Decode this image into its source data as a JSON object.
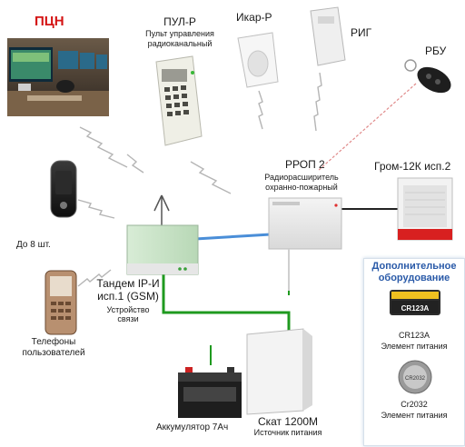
{
  "labels": {
    "pcn": "ПЦН",
    "pul_title": "ПУЛ-Р",
    "pul_sub": [
      "Пульт управления",
      "радиоканальный"
    ],
    "ikar": "Икар-Р",
    "rig": "РИГ",
    "rbu": "РБУ",
    "rrop_title": "РРОП 2",
    "rrop_sub": [
      "Радиорасширитель",
      "охранно-пожарный"
    ],
    "grom": "Гром-12К исп.2",
    "phones_count": "До 8 шт.",
    "tandem": [
      "Тандем IP-И",
      "исп.1 (GSM)"
    ],
    "tandem_sub": [
      "Устройство",
      "связи"
    ],
    "phones": [
      "Телефоны",
      "пользователей"
    ],
    "battery": "Аккумулятор 7Ач",
    "skat_title": "Скат 1200М",
    "skat_sub": "Источник питания"
  },
  "extra_panel": {
    "title": [
      "Дополнительное",
      "оборудование"
    ],
    "items": [
      {
        "marking": "CR123A",
        "caption": [
          "CR123A",
          "Элемент питания"
        ]
      },
      {
        "marking": "CR2032",
        "caption": [
          "Cr2032",
          "Элемент питания"
        ]
      }
    ]
  },
  "colors": {
    "accent_red": "#d41414",
    "panel_title": "#2a5aa8",
    "wire_green": "#1f9a1f",
    "wire_blue": "#4a8ed8",
    "wire_black": "#222222",
    "radio_arrow": "#b5b5b5",
    "radio_arrow_red": "#e08a8a"
  }
}
